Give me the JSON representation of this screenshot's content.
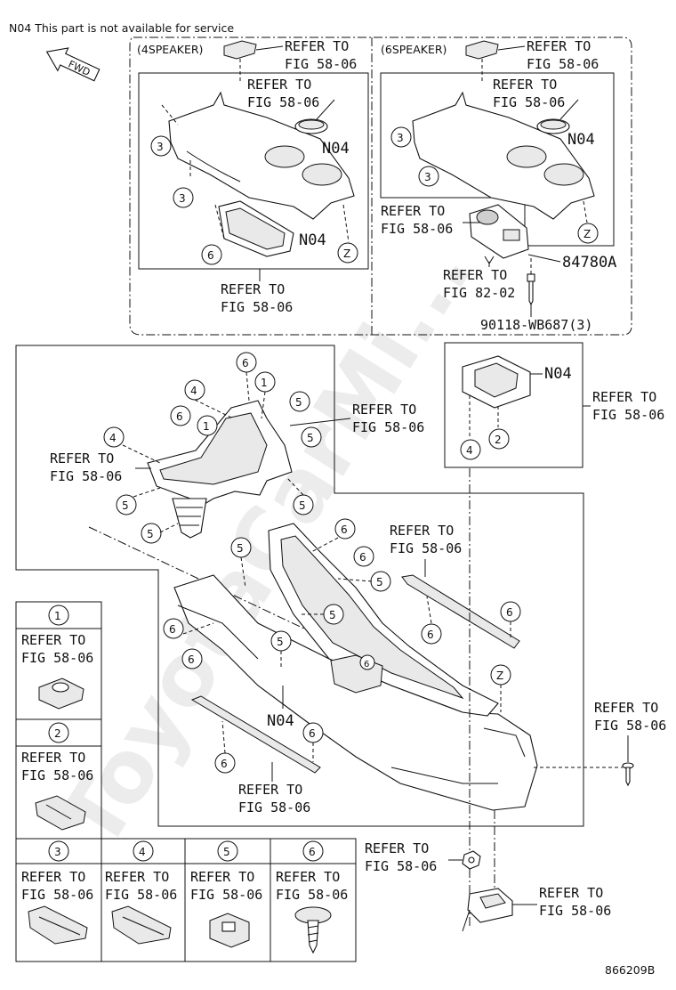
{
  "header_note": "N04  This part is not available for service",
  "fwd": "FWD",
  "boxes": {
    "left_title": "(4SPEAKER)",
    "right_title": "(6SPEAKER)"
  },
  "refer": {
    "line1": "REFER TO",
    "fig_58_06": "FIG 58-06",
    "fig_82_02": "FIG 82-02"
  },
  "part_numbers": {
    "switch": "84780A",
    "screw": "90118-WB687(3)",
    "n04": "N04",
    "z": "Z"
  },
  "legend": [
    {
      "num": "1",
      "line1": "REFER TO",
      "line2": "FIG 58-06"
    },
    {
      "num": "2",
      "line1": "REFER TO",
      "line2": "FIG 58-06"
    },
    {
      "num": "3",
      "line1": "REFER TO",
      "line2": "FIG 58-06"
    },
    {
      "num": "4",
      "line1": "REFER TO",
      "line2": "FIG 58-06"
    },
    {
      "num": "5",
      "line1": "REFER TO",
      "line2": "FIG 58-06"
    },
    {
      "num": "6",
      "line1": "REFER TO",
      "line2": "FIG 58-06"
    }
  ],
  "watermark": "ToyotaCarMi...",
  "figure_id": "866209B"
}
